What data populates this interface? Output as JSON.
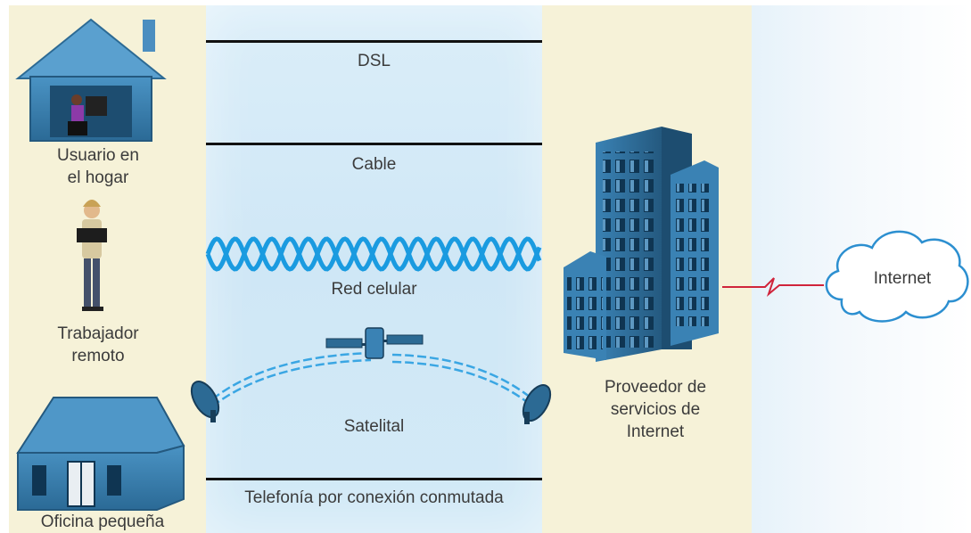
{
  "left_column": {
    "home_user": "Usuario en\nel hogar",
    "remote_worker": "Trabajador\nremoto",
    "small_office": "Oficina pequeña"
  },
  "connections": {
    "dsl": "DSL",
    "cable": "Cable",
    "cellular": "Red celular",
    "satellite": "Satelital",
    "dialup": "Telefonía por conexión conmutada"
  },
  "isp": "Proveedor de\nservicios de\nInternet",
  "cloud": "Internet",
  "colors": {
    "building": "#2d6d9a",
    "wave": "#1a9be0",
    "serial_link": "#d0243b",
    "panel_beige": "#f6f2d8"
  }
}
